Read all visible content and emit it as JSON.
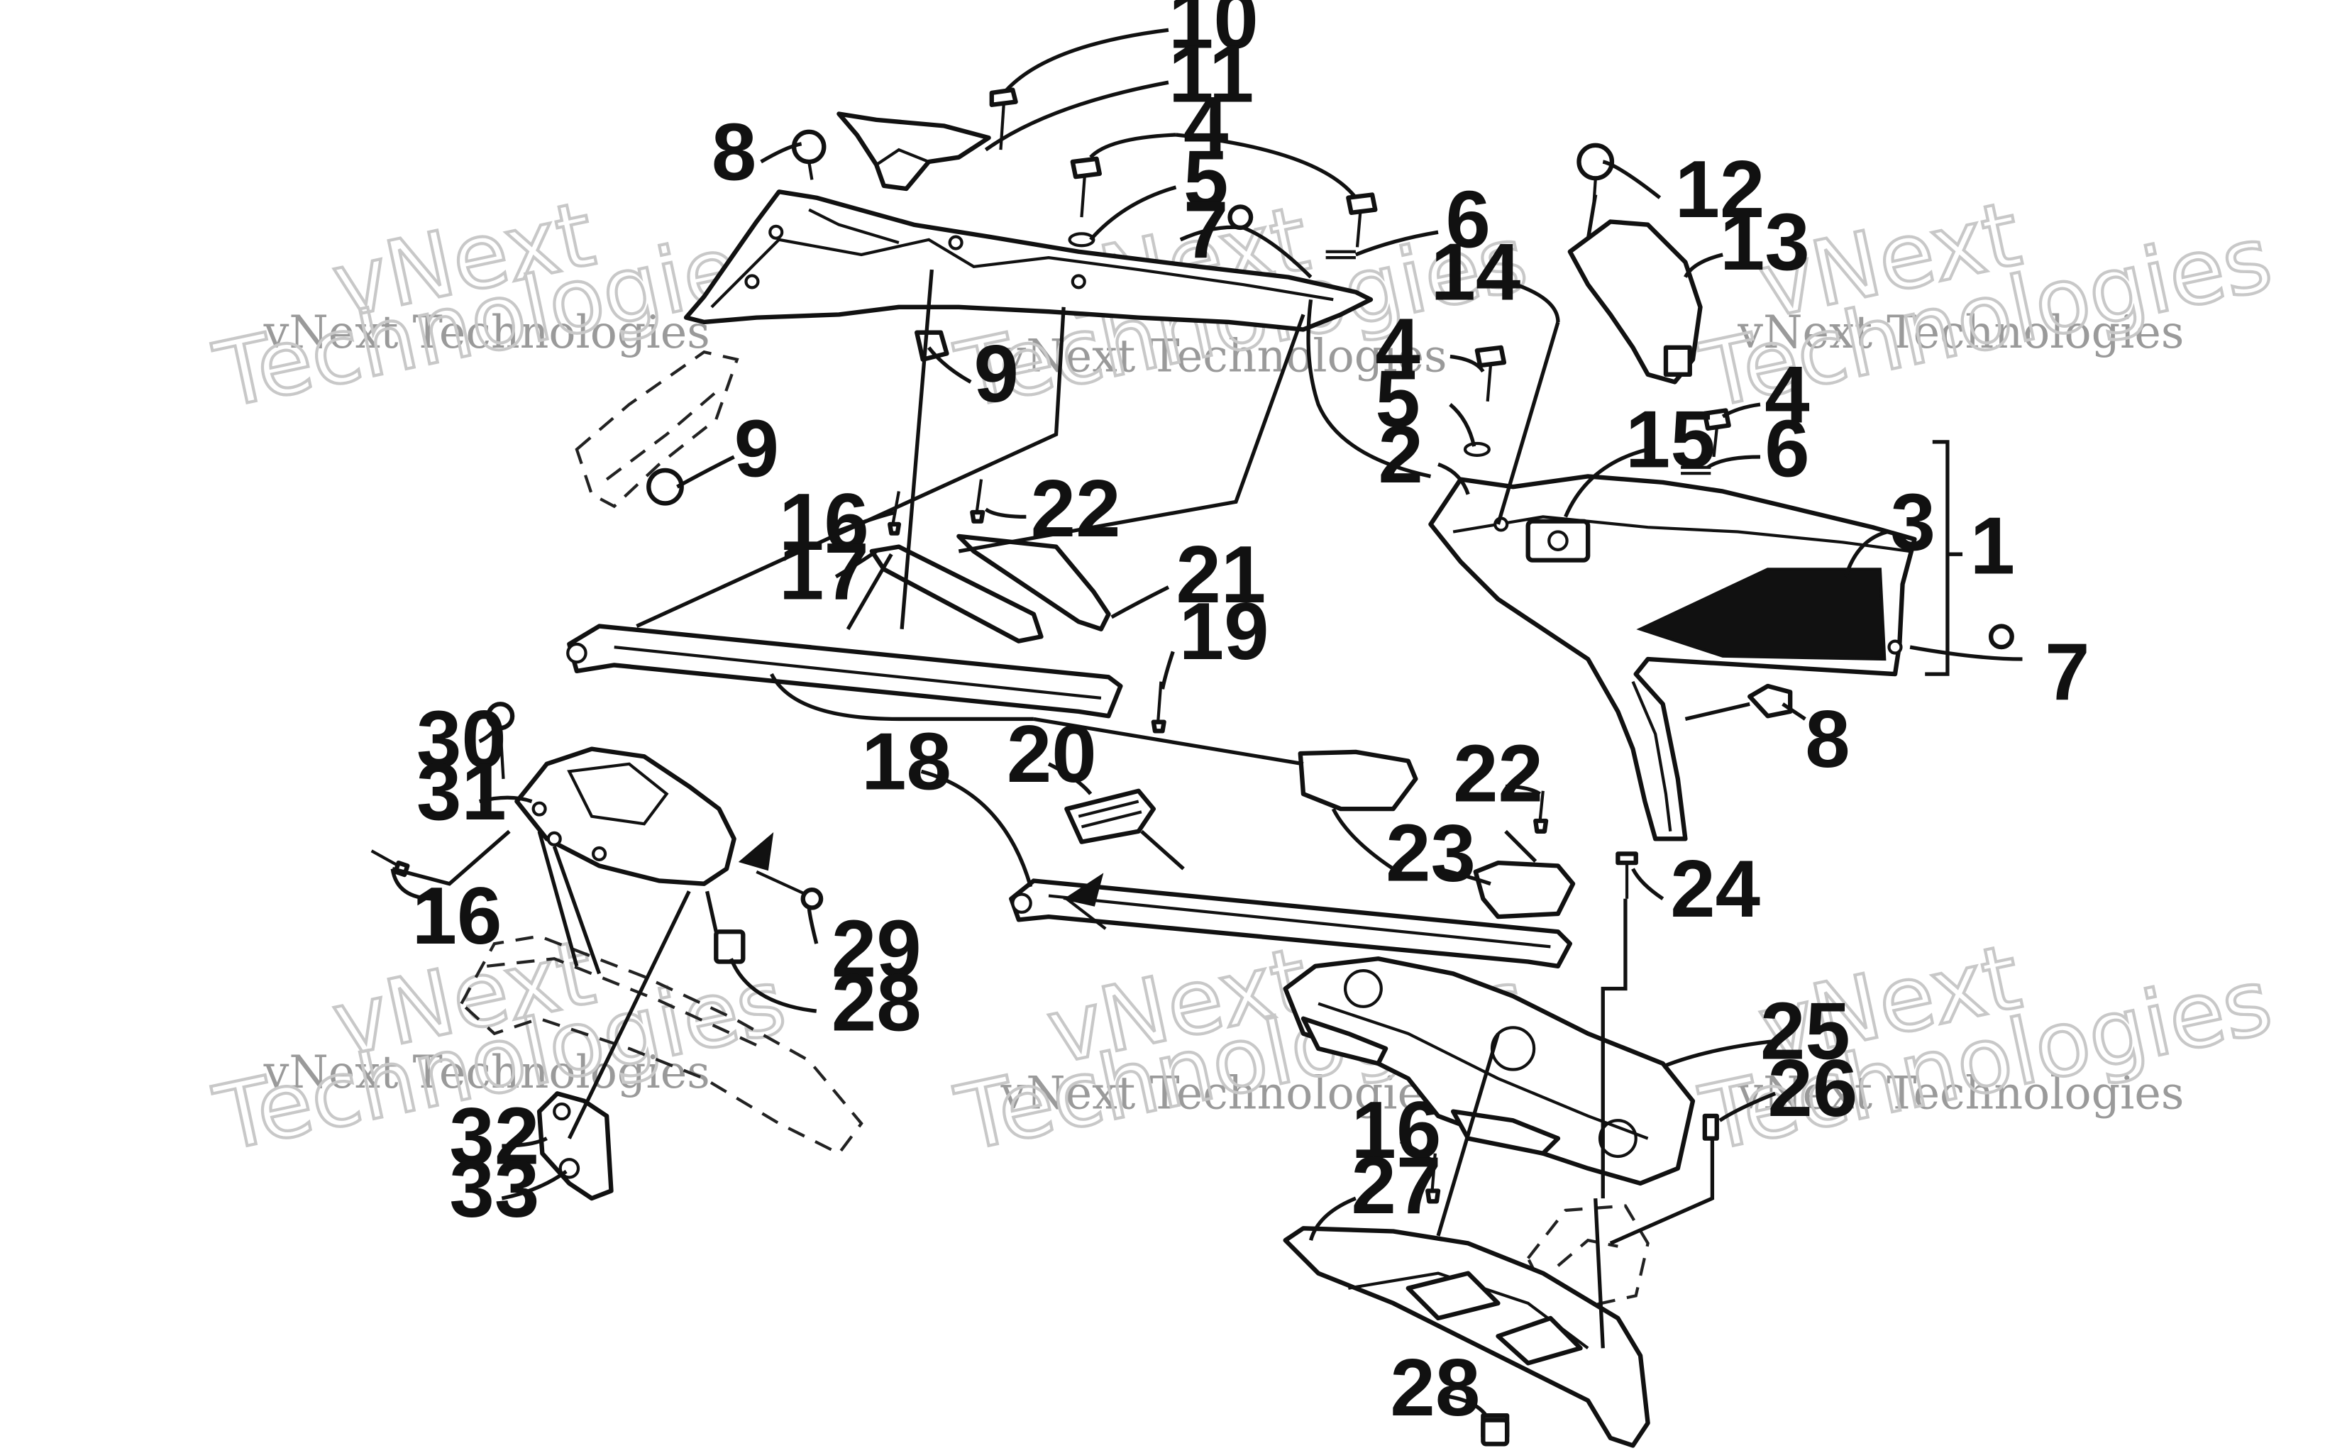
{
  "callouts": {
    "c1": "1",
    "c2": "2",
    "c3": "3",
    "c4a": "4",
    "c4b": "4",
    "c4c": "4",
    "c5a": "5",
    "c5b": "5",
    "c6a": "6",
    "c6b": "6",
    "c7a": "7",
    "c7b": "7",
    "c8a": "8",
    "c8b": "8",
    "c9a": "9",
    "c9b": "9",
    "c10": "10",
    "c11": "11",
    "c12": "12",
    "c13": "13",
    "c14": "14",
    "c15": "15",
    "c16a": "16",
    "c16b": "16",
    "c16c": "16",
    "c17": "17",
    "c18": "18",
    "c19": "19",
    "c20": "20",
    "c21": "21",
    "c22a": "22",
    "c22b": "22",
    "c23": "23",
    "c24": "24",
    "c25": "25",
    "c26": "26",
    "c27": "27",
    "c28a": "28",
    "c28b": "28",
    "c29": "29",
    "c30": "30",
    "c31": "31",
    "c32": "32",
    "c33": "33"
  },
  "watermark": {
    "small": "vNext Technologies",
    "brand": "vNext",
    "big": "Technologies"
  }
}
